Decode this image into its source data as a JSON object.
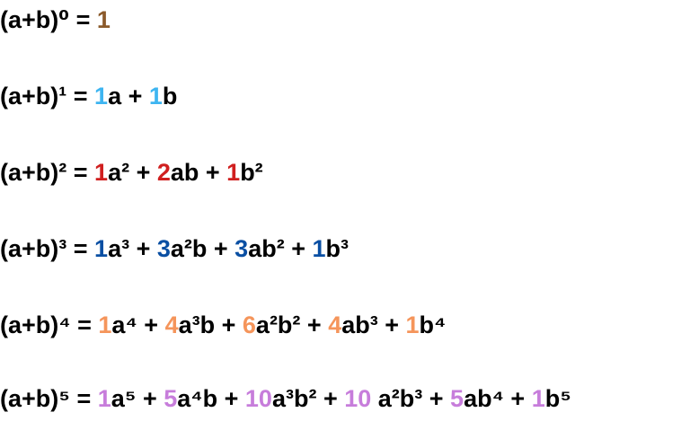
{
  "lines": [
    {
      "color": "#8b5a2b",
      "segments": [
        {
          "text": "(a+b)⁰ = ",
          "colored": false
        },
        {
          "text": "1",
          "colored": true
        }
      ]
    },
    {
      "color": "#3eb5f1",
      "segments": [
        {
          "text": "(a+b)¹ = ",
          "colored": false
        },
        {
          "text": "1",
          "colored": true
        },
        {
          "text": "a + ",
          "colored": false
        },
        {
          "text": "1",
          "colored": true
        },
        {
          "text": "b",
          "colored": false
        }
      ]
    },
    {
      "color": "#d01f1f",
      "segments": [
        {
          "text": "(a+b)² = ",
          "colored": false
        },
        {
          "text": "1",
          "colored": true
        },
        {
          "text": "a² + ",
          "colored": false
        },
        {
          "text": "2",
          "colored": true
        },
        {
          "text": "ab + ",
          "colored": false
        },
        {
          "text": "1",
          "colored": true
        },
        {
          "text": "b²",
          "colored": false
        }
      ]
    },
    {
      "color": "#0a4fa3",
      "segments": [
        {
          "text": "(a+b)³ = ",
          "colored": false
        },
        {
          "text": "1",
          "colored": true
        },
        {
          "text": "a³ + ",
          "colored": false
        },
        {
          "text": "3",
          "colored": true
        },
        {
          "text": "a²b + ",
          "colored": false
        },
        {
          "text": "3",
          "colored": true
        },
        {
          "text": "ab² + ",
          "colored": false
        },
        {
          "text": "1",
          "colored": true
        },
        {
          "text": "b³",
          "colored": false
        }
      ]
    },
    {
      "color": "#f5955b",
      "segments": [
        {
          "text": "(a+b)⁴ = ",
          "colored": false
        },
        {
          "text": "1",
          "colored": true
        },
        {
          "text": "a⁴ + ",
          "colored": false
        },
        {
          "text": "4",
          "colored": true
        },
        {
          "text": "a³b + ",
          "colored": false
        },
        {
          "text": "6",
          "colored": true
        },
        {
          "text": "a²b² + ",
          "colored": false
        },
        {
          "text": "4",
          "colored": true
        },
        {
          "text": "ab³ + ",
          "colored": false
        },
        {
          "text": "1",
          "colored": true
        },
        {
          "text": "b⁴",
          "colored": false
        }
      ]
    },
    {
      "color": "#c77ddb",
      "segments": [
        {
          "text": "(a+b)⁵ = ",
          "colored": false
        },
        {
          "text": "1",
          "colored": true
        },
        {
          "text": "a⁵ + ",
          "colored": false
        },
        {
          "text": "5",
          "colored": true
        },
        {
          "text": "a⁴b + ",
          "colored": false
        },
        {
          "text": "10",
          "colored": true
        },
        {
          "text": "a³b² + ",
          "colored": false
        },
        {
          "text": "10",
          "colored": true
        },
        {
          "text": " a²b³ + ",
          "colored": false
        },
        {
          "text": "5",
          "colored": true
        },
        {
          "text": "ab⁴ + ",
          "colored": false
        },
        {
          "text": "1",
          "colored": true
        },
        {
          "text": "b⁵",
          "colored": false
        }
      ]
    }
  ]
}
